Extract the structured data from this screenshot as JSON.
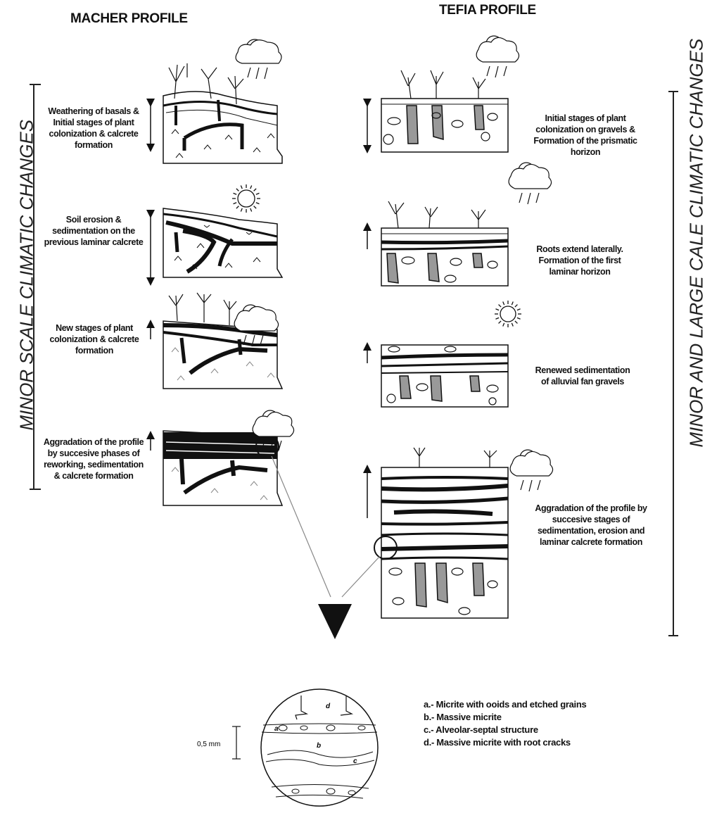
{
  "headers": {
    "macher": "MACHER PROFILE",
    "tefia": "TEFIA PROFILE"
  },
  "side_labels": {
    "left": "MINOR SCALE CLIMATIC CHANGES",
    "right": "MINOR AND LARGE CALE CLIMATIC CHANGES"
  },
  "macher_captions": [
    "Weathering of basals & Initial stages of plant colonization & calcrete formation",
    "Soil erosion & sedimentation on the previous laminar calcrete",
    "New stages of plant colonization & calcrete formation",
    "Aggradation of the profile by succesive phases of reworking, sedimentation & calcrete formation"
  ],
  "tefia_captions": [
    "Initial stages of plant colonization on gravels & Formation of the prismatic horizon",
    "Roots extend laterally. Formation of the first laminar horizon",
    "Renewed sedimentation of alluvial fan gravels",
    "Aggradation of the profile by succesive stages of sedimentation, erosion and laminar calcrete formation"
  ],
  "legend": [
    "a.- Micrite with ooids and etched grains",
    "b.- Massive micrite",
    "c.- Alveolar-septal structure",
    "d.- Massive micrite with root cracks"
  ],
  "scale_bar": "0,5 mm",
  "detail_letters": [
    "a",
    "b",
    "c",
    "d"
  ],
  "icons": {
    "sun": "sun-icon",
    "cloud_rain": "rain-cloud-icon"
  }
}
